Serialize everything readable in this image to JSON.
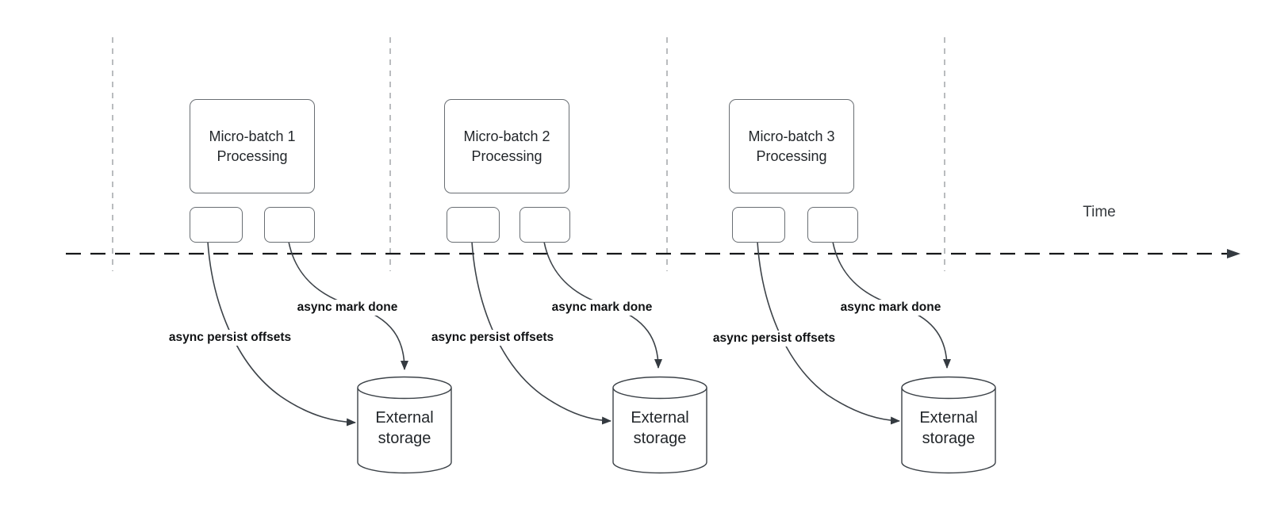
{
  "colors": {
    "ink": "#23272b",
    "line": "#3c4248",
    "arrow": "#343a40",
    "guide": "#a8acaf",
    "axis": "#16181a",
    "shape-border": "#696e73"
  },
  "timeline": {
    "label": "Time"
  },
  "groups": [
    {
      "title": "Micro-batch 1\nProcessing",
      "persist_label": "async persist offsets",
      "done_label": "async mark done",
      "storage": "External\nstorage"
    },
    {
      "title": "Micro-batch 2\nProcessing",
      "persist_label": "async persist offsets",
      "done_label": "async mark done",
      "storage": "External\nstorage"
    },
    {
      "title": "Micro-batch 3\nProcessing",
      "persist_label": "async persist offsets",
      "done_label": "async mark done",
      "storage": "External\nstorage"
    }
  ]
}
